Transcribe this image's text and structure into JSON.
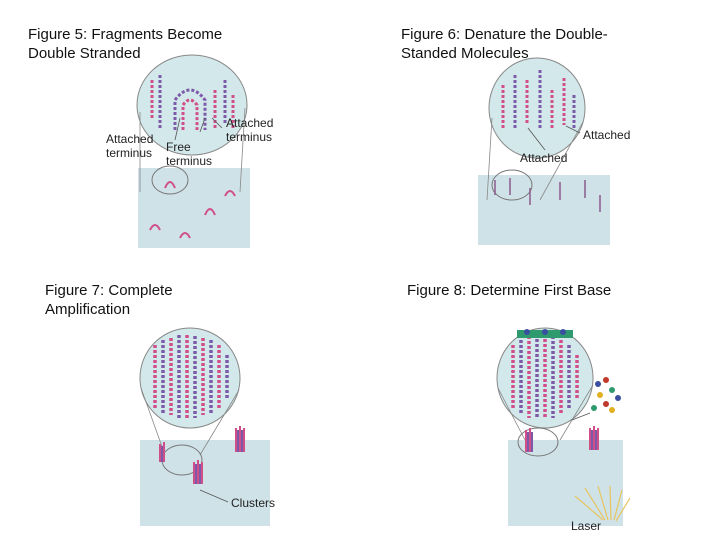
{
  "figures": [
    {
      "title": "Figure 5: Fragments Become Double Stranded",
      "labels": {
        "attached_terminus_left": "Attached terminus",
        "free_terminus": "Free terminus",
        "attached_terminus_right": "Attached terminus"
      }
    },
    {
      "title": "Figure 6: Denature the Double-Standed Molecules",
      "labels": {
        "attached_right": "Attached",
        "attached_left": "Attached"
      }
    },
    {
      "title": "Figure 7: Complete Amplification",
      "labels": {
        "clusters": "Clusters"
      }
    },
    {
      "title": "Figure 8: Determine First Base",
      "labels": {
        "laser": "Laser"
      }
    }
  ],
  "colors": {
    "strand_pink": "#d04f8a",
    "strand_purple": "#7c5aa8",
    "circle_fill": "#d3e8ea",
    "surface": "#cfe2e8",
    "base_green": "#2e9a6e"
  }
}
